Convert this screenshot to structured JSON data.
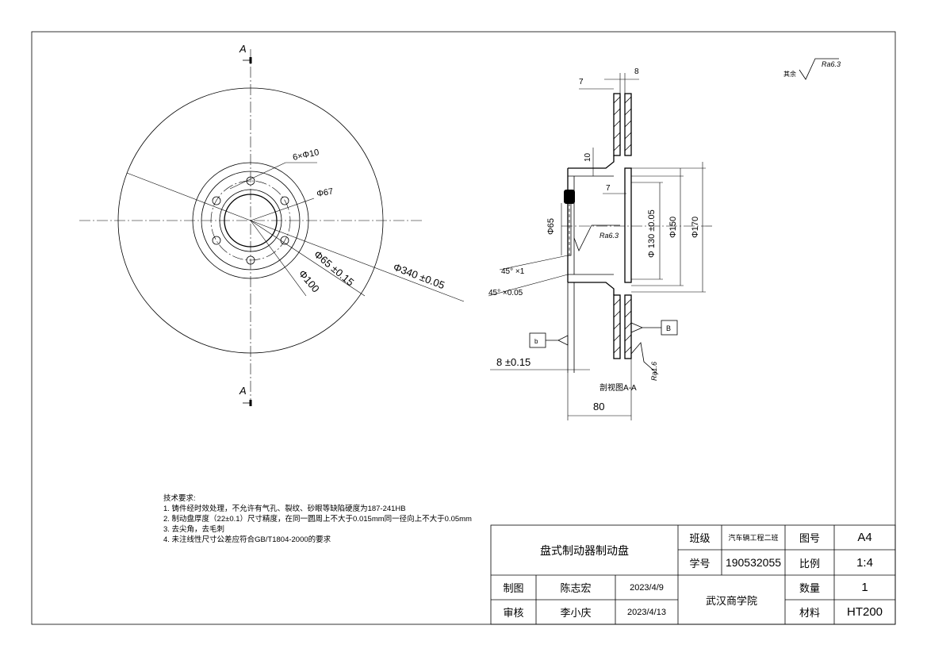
{
  "view_a": {
    "section_mark_top": "A",
    "section_mark_bottom": "A",
    "dims": {
      "holes": "6×Φ10",
      "d67": "Φ67",
      "d65": "Φ65 ±0.15",
      "d100": "Φ100",
      "d340": "Φ340 ±0.05"
    }
  },
  "section_view": {
    "label": "剖视图A-A",
    "roughness_global_prefix": "其余",
    "roughness_global": "Ra6.3",
    "roughness_bore": "Ra6.3",
    "roughness_face": "Ra1.6",
    "datum_left": "b",
    "datum_right": "B",
    "dims": {
      "top_width": "8",
      "top_offset": "7",
      "hub_step": "10",
      "inner_step": "7",
      "bore": "Φ65",
      "d130": "Φ 130 ±0.05",
      "d150": "Φ150",
      "d170": "Φ170",
      "chamfer1": "45° ×1",
      "chamfer2": "45° ×0.05",
      "thickness": "8 ±0.15",
      "overall": "80"
    }
  },
  "notes": {
    "heading": "技术要求:",
    "items": [
      "1. 铸件经时效处理，不允许有气孔、裂纹、砂眼等缺陷硬度为187-241HB",
      "2. 制动盘厚度（22±0.1）尺寸精度，在同一圆周上不大于0.015mm同一径向上不大于0.05mm",
      "3. 去尖角，去毛刺",
      "4. 未注线性尺寸公差应符合GB/T1804-2000的要求"
    ]
  },
  "title_block": {
    "part_name": "盘式制动器制动盘",
    "class_label": "班级",
    "class_value": "汽车辆工程二班",
    "drawing_no_label": "图号",
    "drawing_no_value": "A4",
    "student_id_label": "学号",
    "student_id_value": "190532055",
    "scale_label": "比例",
    "scale_value": "1:4",
    "drawn_label": "制图",
    "drawn_name": "陈志宏",
    "drawn_date": "2023/4/9",
    "checked_label": "审核",
    "checked_name": "李小庆",
    "checked_date": "2023/4/13",
    "school": "武汉商学院",
    "qty_label": "数量",
    "qty_value": "1",
    "material_label": "材料",
    "material_value": "HT200"
  }
}
